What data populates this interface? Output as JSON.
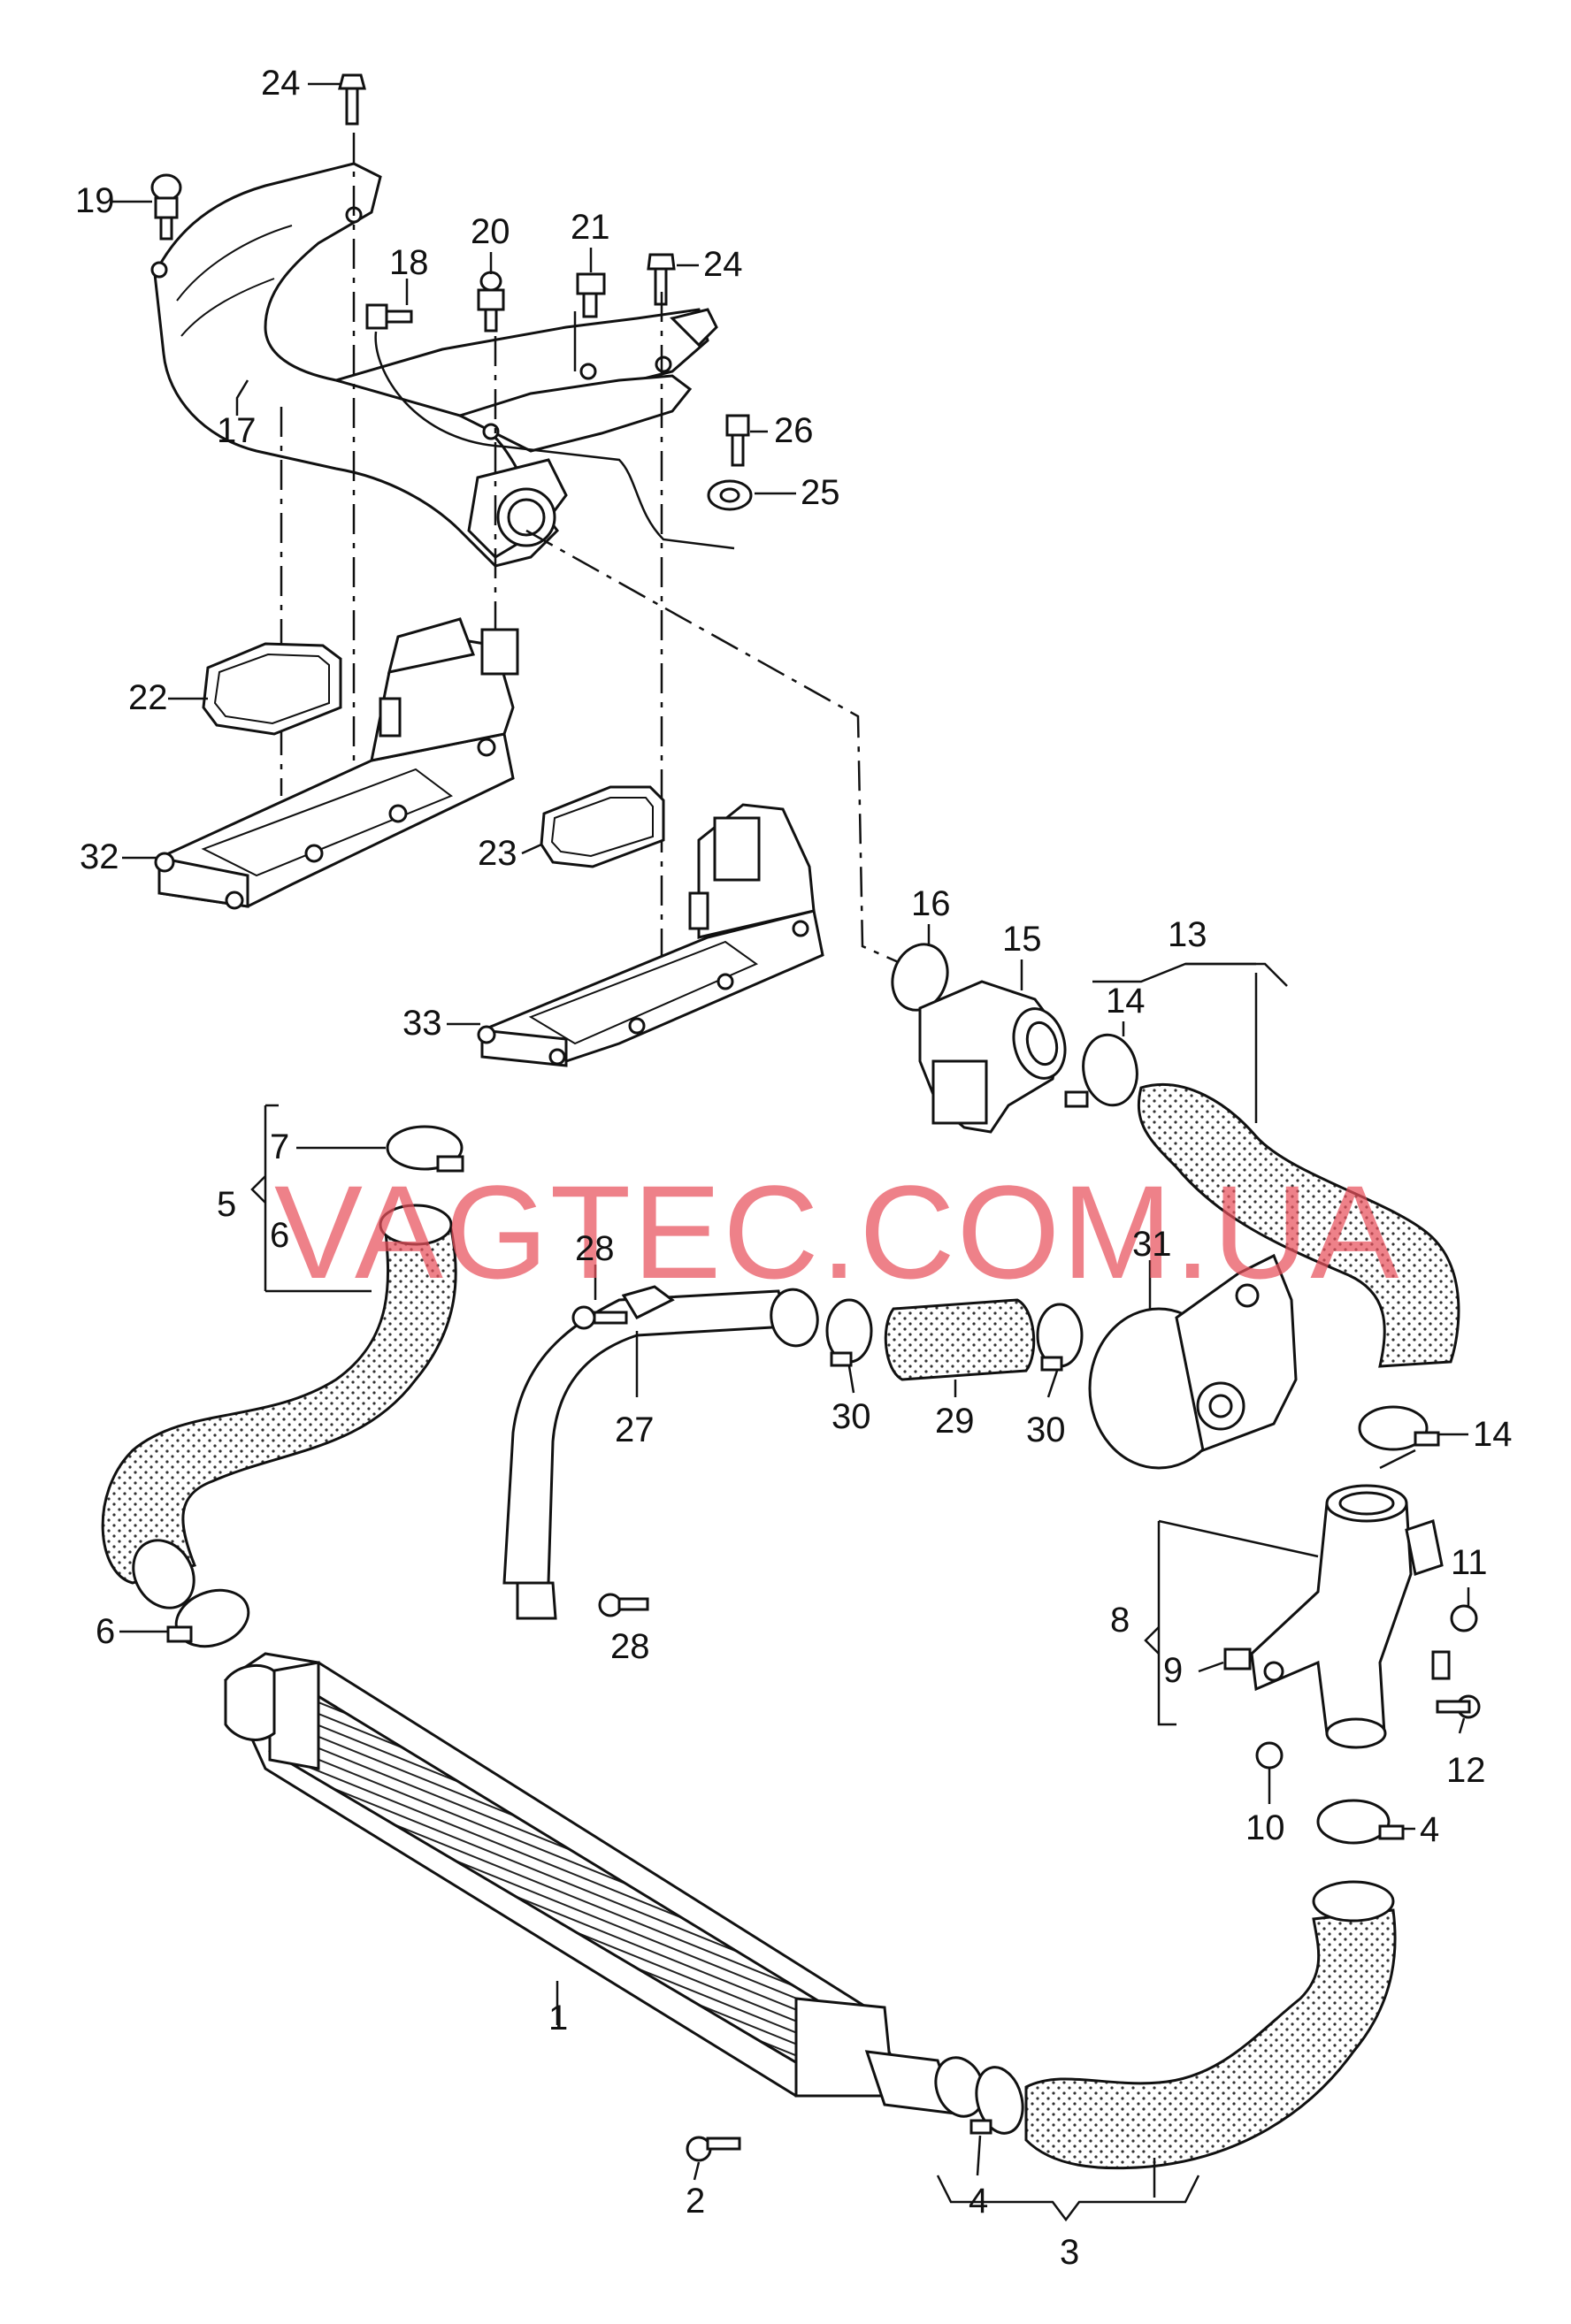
{
  "watermark": "VAGTEC.COM.UA",
  "labels": {
    "l1": "1",
    "l2": "2",
    "l3": "3",
    "l4a": "4",
    "l4b": "4",
    "l5": "5",
    "l6a": "6",
    "l6b": "6",
    "l7": "7",
    "l8": "8",
    "l9": "9",
    "l10": "10",
    "l11": "11",
    "l12": "12",
    "l13": "13",
    "l14a": "14",
    "l14b": "14",
    "l15": "15",
    "l16": "16",
    "l17": "17",
    "l18": "18",
    "l19": "19",
    "l20": "20",
    "l21": "21",
    "l22": "22",
    "l23": "23",
    "l24a": "24",
    "l24b": "24",
    "l25": "25",
    "l26": "26",
    "l27": "27",
    "l28a": "28",
    "l28b": "28",
    "l29": "29",
    "l30a": "30",
    "l30b": "30",
    "l31": "31",
    "l32": "32",
    "l33": "33"
  }
}
